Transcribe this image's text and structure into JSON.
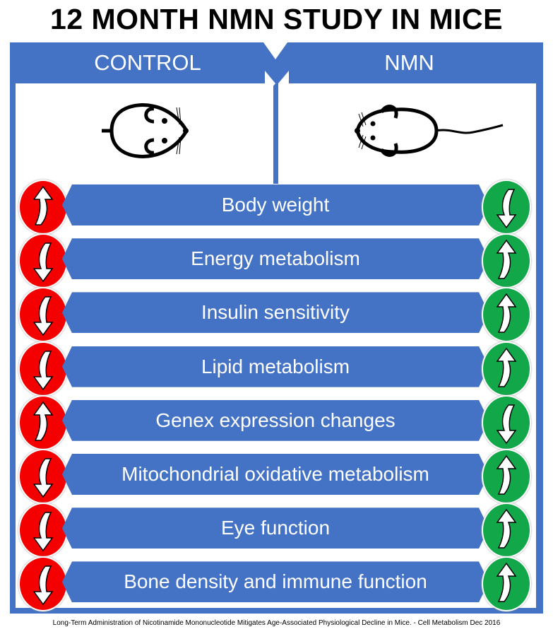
{
  "title": "12 MONTH NMN STUDY IN MICE",
  "columns": {
    "control": "CONTROL",
    "nmn": "NMN"
  },
  "rows": [
    {
      "label": "Body weight",
      "control": "up",
      "nmn": "down"
    },
    {
      "label": "Energy metabolism",
      "control": "down",
      "nmn": "up"
    },
    {
      "label": "Insulin sensitivity",
      "control": "down",
      "nmn": "up"
    },
    {
      "label": "Lipid metabolism",
      "control": "down",
      "nmn": "up"
    },
    {
      "label": "Genex expression changes",
      "control": "up",
      "nmn": "down"
    },
    {
      "label": "Mitochondrial oxidative metabolism",
      "control": "down",
      "nmn": "up"
    },
    {
      "label": "Eye function",
      "control": "down",
      "nmn": "up"
    },
    {
      "label": "Bone density and immune function",
      "control": "down",
      "nmn": "up"
    }
  ],
  "citation": "Long-Term Administration of Nicotinamide Mononucleotide Mitigates Age-Associated Physiological Decline in Mice. - Cell Metabolism Dec 2016",
  "colors": {
    "blue": "#4472c4",
    "red": "#f40000",
    "green": "#12a84a"
  }
}
